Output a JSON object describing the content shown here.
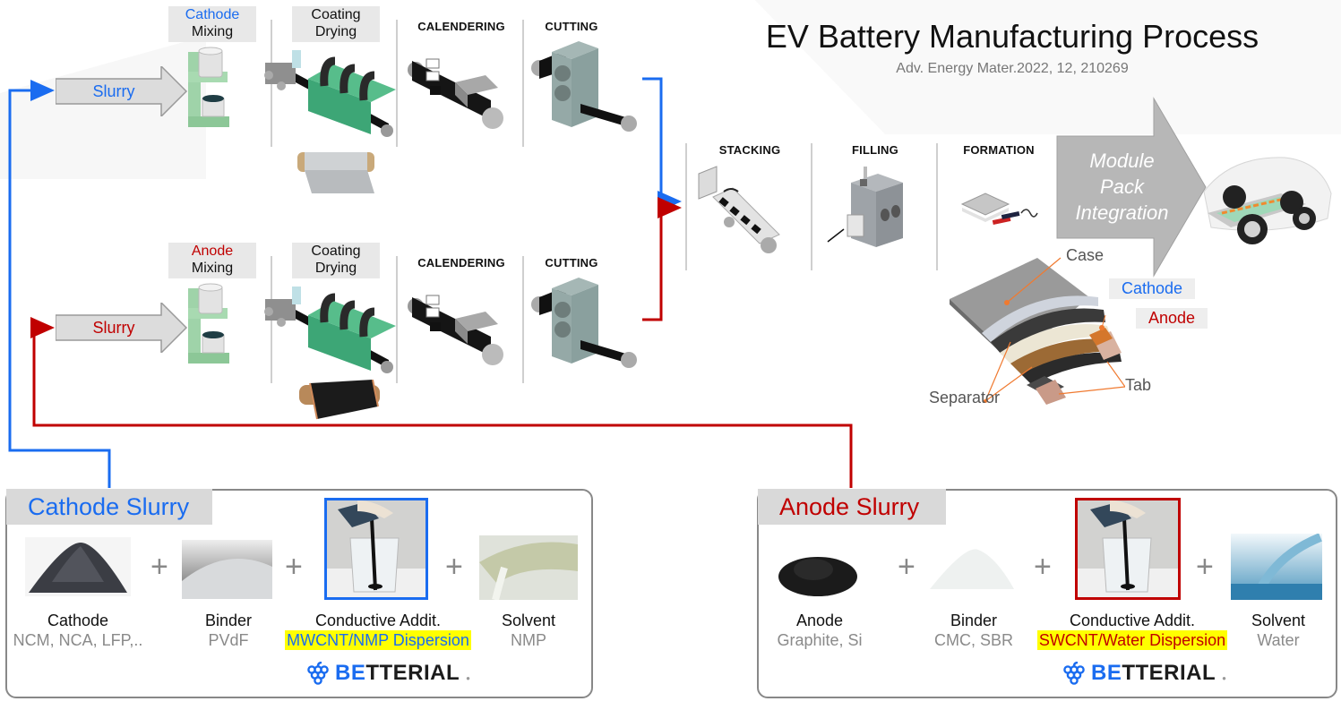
{
  "title": "EV Battery Manufacturing Process",
  "subtitle": "Adv. Energy Mater.2022, 12, 210269",
  "colors": {
    "cathode_blue": "#1a6cf0",
    "anode_red": "#c00000",
    "highlight_yellow": "#ffff00",
    "label_bg": "#e8e8e8",
    "arrow_gray": "#c0c0c0"
  },
  "cathode_line": {
    "slurry_label": "Slurry",
    "mixing": {
      "line1": "Cathode",
      "line2": "Mixing"
    },
    "coating": {
      "line1": "Coating",
      "line2": "Drying"
    },
    "calendering": "CALENDERING",
    "cutting": "CUTTING"
  },
  "anode_line": {
    "slurry_label": "Slurry",
    "mixing": {
      "line1": "Anode",
      "line2": "Mixing"
    },
    "coating": {
      "line1": "Coating",
      "line2": "Drying"
    },
    "calendering": "CALENDERING",
    "cutting": "CUTTING"
  },
  "assembly": {
    "stacking": "STACKING",
    "filling": "FILLING",
    "formation": "FORMATION",
    "module_arrow": {
      "line1": "Module",
      "line2": "Pack",
      "line3": "Integration"
    }
  },
  "cell_diagram": {
    "case": "Case",
    "cathode": "Cathode",
    "anode": "Anode",
    "separator": "Separator",
    "tab": "Tab"
  },
  "cathode_slurry_panel": {
    "heading": "Cathode Slurry",
    "ingredients": [
      {
        "name": "Cathode",
        "sub": "NCM, NCA, LFP,.."
      },
      {
        "name": "Binder",
        "sub": "PVdF"
      },
      {
        "name": "Conductive Addit.",
        "sub": "MWCNT/NMP Dispersion"
      },
      {
        "name": "Solvent",
        "sub": "NMP"
      }
    ],
    "plus": "+",
    "logo": {
      "be": "BE",
      "rest": "TTERIAL",
      "dot": "."
    }
  },
  "anode_slurry_panel": {
    "heading": "Anode Slurry",
    "ingredients": [
      {
        "name": "Anode",
        "sub": "Graphite, Si"
      },
      {
        "name": "Binder",
        "sub": "CMC, SBR"
      },
      {
        "name": "Conductive Addit.",
        "sub": "SWCNT/Water Dispersion"
      },
      {
        "name": "Solvent",
        "sub": "Water"
      }
    ],
    "plus": "+",
    "logo": {
      "be": "BE",
      "rest": "TTERIAL",
      "dot": "."
    }
  }
}
